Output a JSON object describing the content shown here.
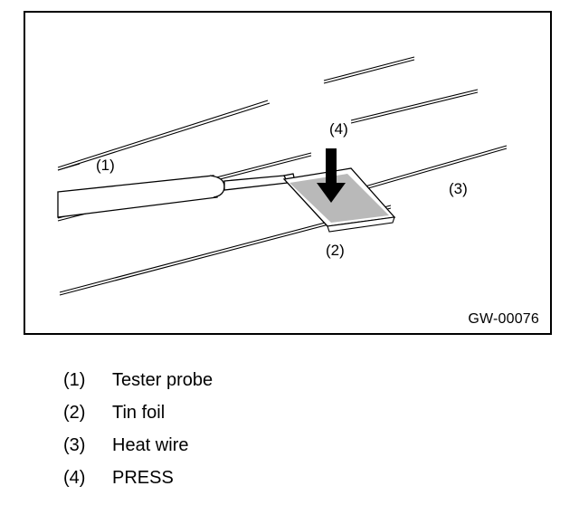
{
  "figure": {
    "code": "GW-00076",
    "callouts": {
      "tester_probe": "(1)",
      "tin_foil": "(2)",
      "heat_wire": "(3)",
      "press": "(4)"
    }
  },
  "legend": {
    "items": [
      {
        "num": "(1)",
        "label": "Tester probe"
      },
      {
        "num": "(2)",
        "label": "Tin foil"
      },
      {
        "num": "(3)",
        "label": "Heat wire"
      },
      {
        "num": "(4)",
        "label": "PRESS"
      }
    ]
  },
  "colors": {
    "ink": "#000000",
    "paper": "#ffffff",
    "foil_shade": "#b9b9b9"
  }
}
